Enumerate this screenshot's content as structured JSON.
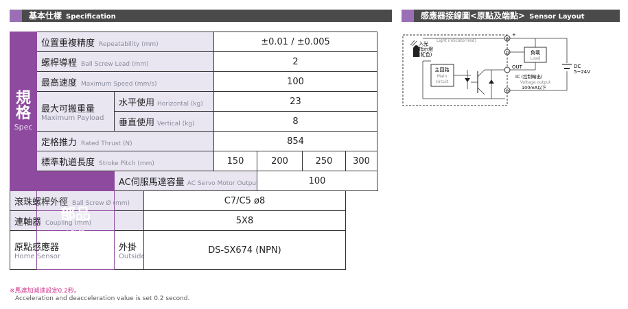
{
  "spec_header": {
    "title_zh": "基本仕樣",
    "title_en": "Specification"
  },
  "sensor_header": {
    "title": "感應器接線圖<原點及端點>",
    "title_en": "Sensor Layout"
  },
  "groups": {
    "spec": {
      "zh": "規格",
      "en": "Spec"
    },
    "parts": {
      "zh": "部品",
      "en": "Parts"
    }
  },
  "rows": {
    "repeatability": {
      "zh": "位置重複精度",
      "en": "Repeatability (mm)",
      "value": "±0.01 / ±0.005"
    },
    "lead": {
      "zh": "螺桿導程",
      "en": "Ball Screw Lead (mm)",
      "value": "2"
    },
    "max_speed": {
      "zh": "最高速度",
      "en": "Maximum Speed (mm/s)",
      "value": "100"
    },
    "payload": {
      "zh": "最大可搬重量",
      "en": "Maximum Payload",
      "horizontal": {
        "zh": "水平使用",
        "en": "Horizontal (kg)",
        "value": "23"
      },
      "vertical": {
        "zh": "垂直使用",
        "en": "Vertical (kg)",
        "value": "8"
      }
    },
    "thrust": {
      "zh": "定格推力",
      "en": "Rated Thrust (N)",
      "value": "854"
    },
    "stroke": {
      "zh": "標準軌道長度",
      "en": "Stroke Pitch (mm)",
      "values": [
        "150",
        "200",
        "250",
        "300"
      ]
    },
    "motor": {
      "zh": "AC伺服馬達容量",
      "en": "AC Servo Motor Output (W)",
      "value": "100"
    },
    "ballscrew": {
      "zh": "滾珠螺桿外徑",
      "en": "Ball Screw Ø (mm)",
      "value": "C7/C5 ø8"
    },
    "coupling": {
      "zh": "連軸器",
      "en": "Coupling (mm)",
      "value": "5X8"
    },
    "home_sensor": {
      "zh": "原點感應器",
      "en": "Home Sensor",
      "mount_zh": "外掛",
      "mount_en": "Outside",
      "value": "DS-SX674 (NPN)"
    }
  },
  "notes": {
    "zh": "※馬達加減速設定0.2秒。",
    "en": "Acceleration and deacceleration value is set 0.2 second."
  },
  "diagram": {
    "light_label": "Light indicator(red)",
    "incident_zh": "入光",
    "indicator_zh": "指示燈",
    "red_zh": "(紅色)",
    "main_zh": "主回路",
    "main_en1": "Main",
    "main_en2": "circuit",
    "plus": "⊕",
    "minus": "⊖",
    "plus_sup": "+",
    "pin_d": "D",
    "out": "OUT",
    "load_zh": "負載",
    "load_en": "Load",
    "ic": "IC (控制輸出)",
    "voltage_output": "Voltage output",
    "current": "100mA以下",
    "dc": "DC",
    "dc_range": "5~24V"
  },
  "colors": {
    "accent": "#9b6fb5",
    "group_bg": "#8d4a9e",
    "label_bg": "#e9e6f2",
    "header_bg": "#4a4a4a",
    "note_zh": "#d0348c"
  }
}
